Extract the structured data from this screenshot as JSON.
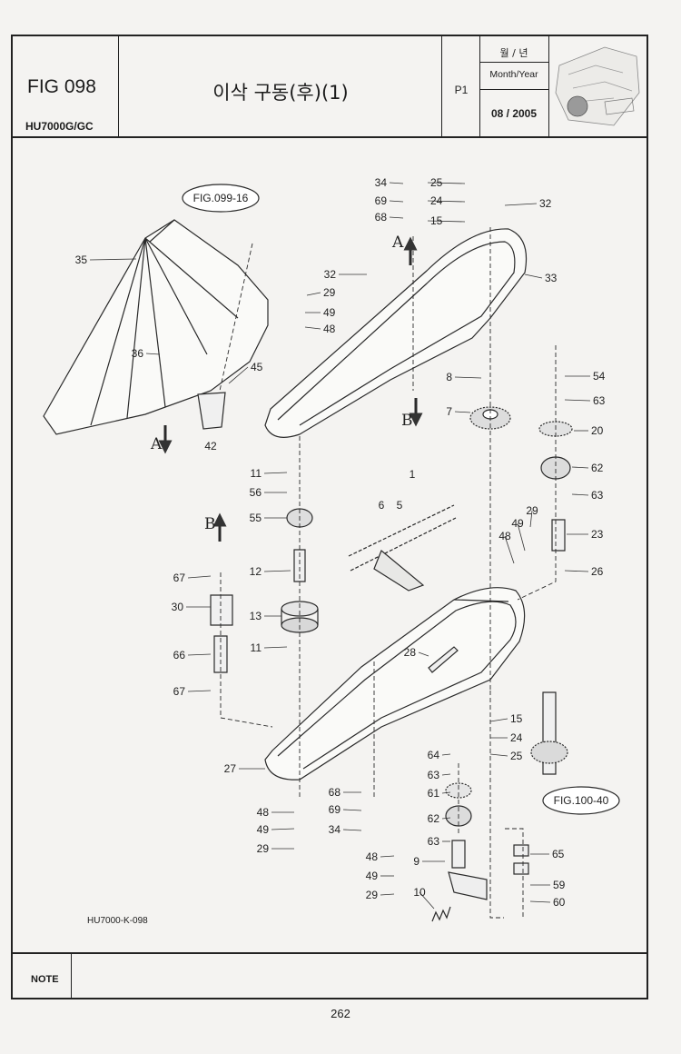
{
  "header": {
    "fig_no": "FIG 098",
    "model": "HU7000G/GC",
    "title": "이삭 구동(후)(1)",
    "page_id": "P1",
    "month_year_label_ko": "월 / 년",
    "month_year_label": "Month/Year",
    "month_year_value": "08 / 2005"
  },
  "parts": [
    {
      "label": "34"
    },
    {
      "label": "25"
    },
    {
      "label": "69"
    },
    {
      "label": "24"
    },
    {
      "label": "68"
    },
    {
      "label": "15"
    },
    {
      "label": "32"
    },
    {
      "label": "FIG.099-16"
    },
    {
      "label": "35"
    },
    {
      "label": "32"
    },
    {
      "label": "29"
    },
    {
      "label": "49"
    },
    {
      "label": "48"
    },
    {
      "label": "33"
    },
    {
      "label": "36"
    },
    {
      "label": "45"
    },
    {
      "label": "8"
    },
    {
      "label": "54"
    },
    {
      "label": "63"
    },
    {
      "label": "7"
    },
    {
      "label": "20"
    },
    {
      "label": "42"
    },
    {
      "label": "11"
    },
    {
      "label": "1"
    },
    {
      "label": "62"
    },
    {
      "label": "56"
    },
    {
      "label": "6"
    },
    {
      "label": "5"
    },
    {
      "label": "63"
    },
    {
      "label": "55"
    },
    {
      "label": "29"
    },
    {
      "label": "49"
    },
    {
      "label": "23"
    },
    {
      "label": "48"
    },
    {
      "label": "12"
    },
    {
      "label": "26"
    },
    {
      "label": "67"
    },
    {
      "label": "30"
    },
    {
      "label": "13"
    },
    {
      "label": "11"
    },
    {
      "label": "66"
    },
    {
      "label": "28"
    },
    {
      "label": "67"
    },
    {
      "label": "15"
    },
    {
      "label": "24"
    },
    {
      "label": "64"
    },
    {
      "label": "25"
    },
    {
      "label": "27"
    },
    {
      "label": "63"
    },
    {
      "label": "61"
    },
    {
      "label": "FIG.100-40"
    },
    {
      "label": "68"
    },
    {
      "label": "48"
    },
    {
      "label": "69"
    },
    {
      "label": "62"
    },
    {
      "label": "49"
    },
    {
      "label": "34"
    },
    {
      "label": "63"
    },
    {
      "label": "29"
    },
    {
      "label": "65"
    },
    {
      "label": "48"
    },
    {
      "label": "9"
    },
    {
      "label": "49"
    },
    {
      "label": "59"
    },
    {
      "label": "29"
    },
    {
      "label": "10"
    },
    {
      "label": "60"
    }
  ],
  "view_markers": {
    "a": "A",
    "b": "B"
  },
  "drawing_no": "HU7000-K-098",
  "note_label": "NOTE",
  "page_number": "262"
}
